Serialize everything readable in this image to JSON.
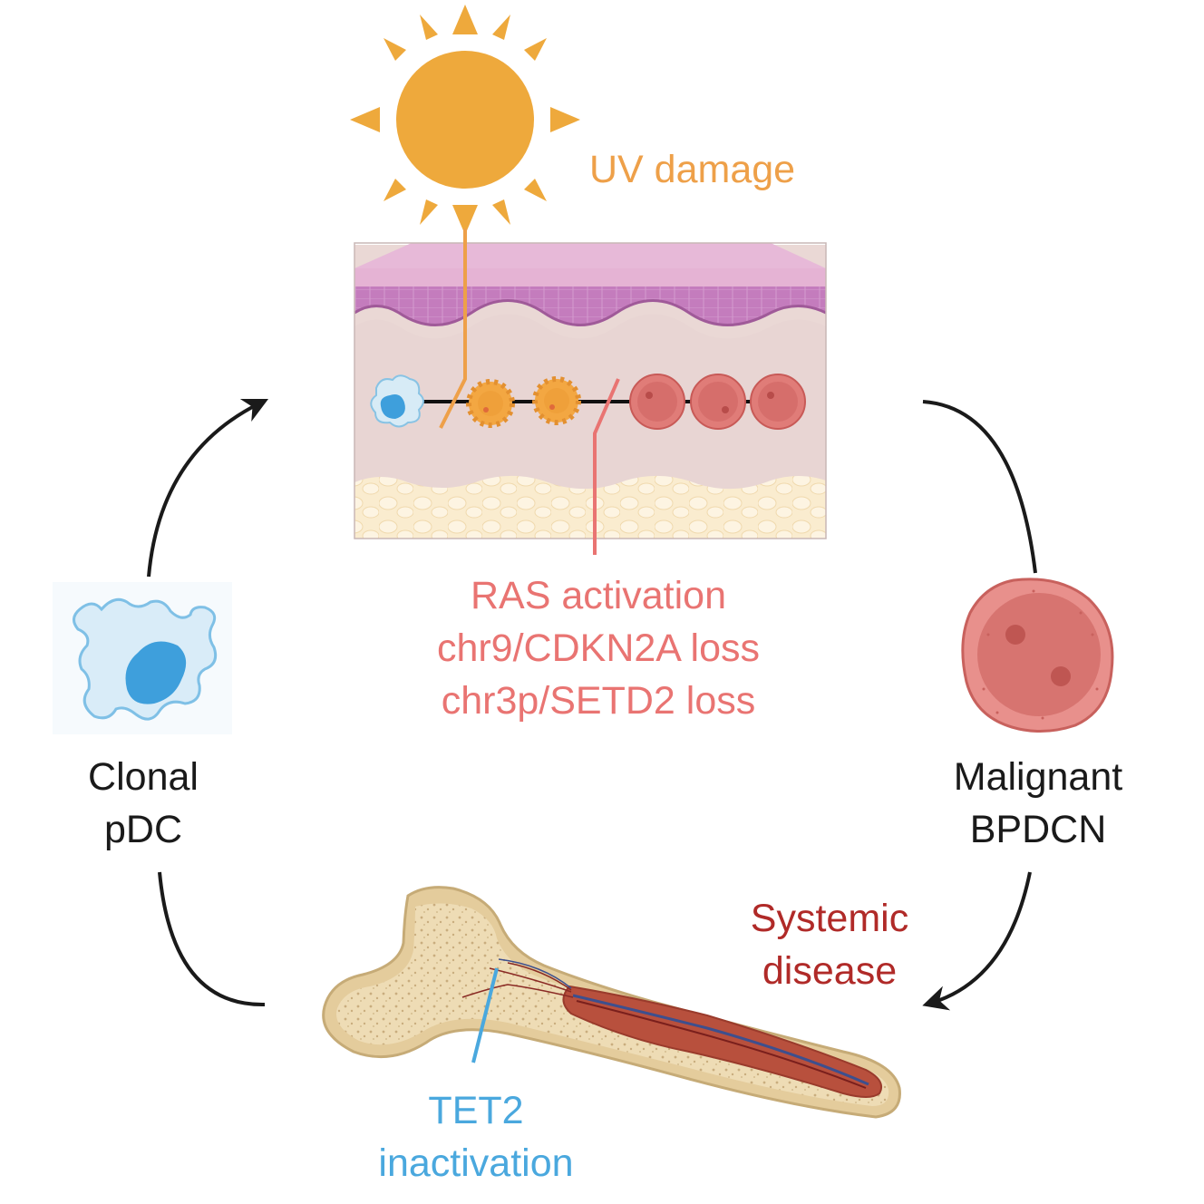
{
  "labels": {
    "uv": "UV damage",
    "ras": "RAS activation",
    "cdkn2a": "chr9/CDKN2A loss",
    "setd2": "chr3p/SETD2 loss",
    "clonal_1": "Clonal",
    "clonal_2": "pDC",
    "malignant_1": "Malignant",
    "malignant_2": "BPDCN",
    "systemic_1": "Systemic",
    "systemic_2": "disease",
    "tet2_1": "TET2",
    "tet2_2": "inactivation"
  },
  "colors": {
    "uv": "#eea049",
    "mutation": "#e97472",
    "systemic": "#b02a28",
    "tet2": "#4aa8de",
    "text": "#1a1a1a",
    "arrow": "#1a1a1a",
    "sun": "#eea93c"
  },
  "icons": [
    "sun-icon",
    "skin-tissue-icon",
    "pdc-cell-icon",
    "malignant-cell-icon",
    "bone-icon"
  ]
}
